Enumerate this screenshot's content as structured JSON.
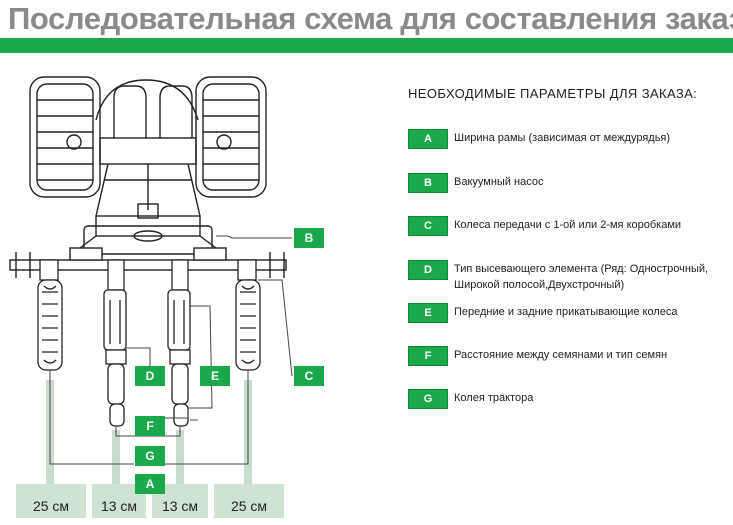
{
  "page": {
    "title": "Последовательная схема для составления заказа"
  },
  "diagram": {
    "callouts": {
      "A": "A",
      "B": "B",
      "C": "C",
      "D": "D",
      "E": "E",
      "F": "F",
      "G": "G"
    },
    "row_widths": [
      "25 см",
      "13 см",
      "13 см",
      "25 см"
    ]
  },
  "panel": {
    "heading": "НЕОБХОДИМЫЕ ПАРАМЕТРЫ ДЛЯ ЗАКАЗА:",
    "params": [
      {
        "badge": "A",
        "text": "Ширина рамы (зависимая от междурядья)"
      },
      {
        "badge": "B",
        "text": "Вакуумный насос"
      },
      {
        "badge": "C",
        "text": "Колеса передачи с 1-ой или 2-мя коробками"
      },
      {
        "badge": "D",
        "text": "Тип высевающего элемента (Ряд: Однострочный, Широкой полосой,Двухстрочный)"
      },
      {
        "badge": "E",
        "text": "Передние и задние прикатывающие колеса"
      },
      {
        "badge": "F",
        "text": "Расстояние между семянами и тип семян"
      },
      {
        "badge": "G",
        "text": "Колея трактора"
      }
    ]
  },
  "colors": {
    "accent": "#1aa84a",
    "title_text": "#8a8a8a"
  }
}
